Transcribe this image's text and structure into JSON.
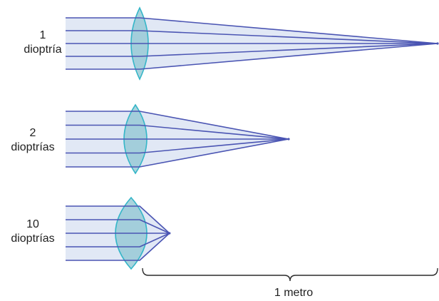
{
  "lenses": [
    {
      "power_number": "1",
      "power_unit": "dioptría",
      "dioptres": 1
    },
    {
      "power_number": "2",
      "power_unit": "dioptrías",
      "dioptres": 2
    },
    {
      "power_number": "10",
      "power_unit": "dioptrías",
      "dioptres": 10
    }
  ],
  "scale": {
    "label": "1 metro"
  },
  "colors": {
    "ray": "#4b55b3",
    "beam_fill": "#dce4f3",
    "lens_fill": "#8ec6d2",
    "lens_outline": "#35b6c8",
    "bracket": "#2b2b2b",
    "text": "#1f1f1f"
  }
}
